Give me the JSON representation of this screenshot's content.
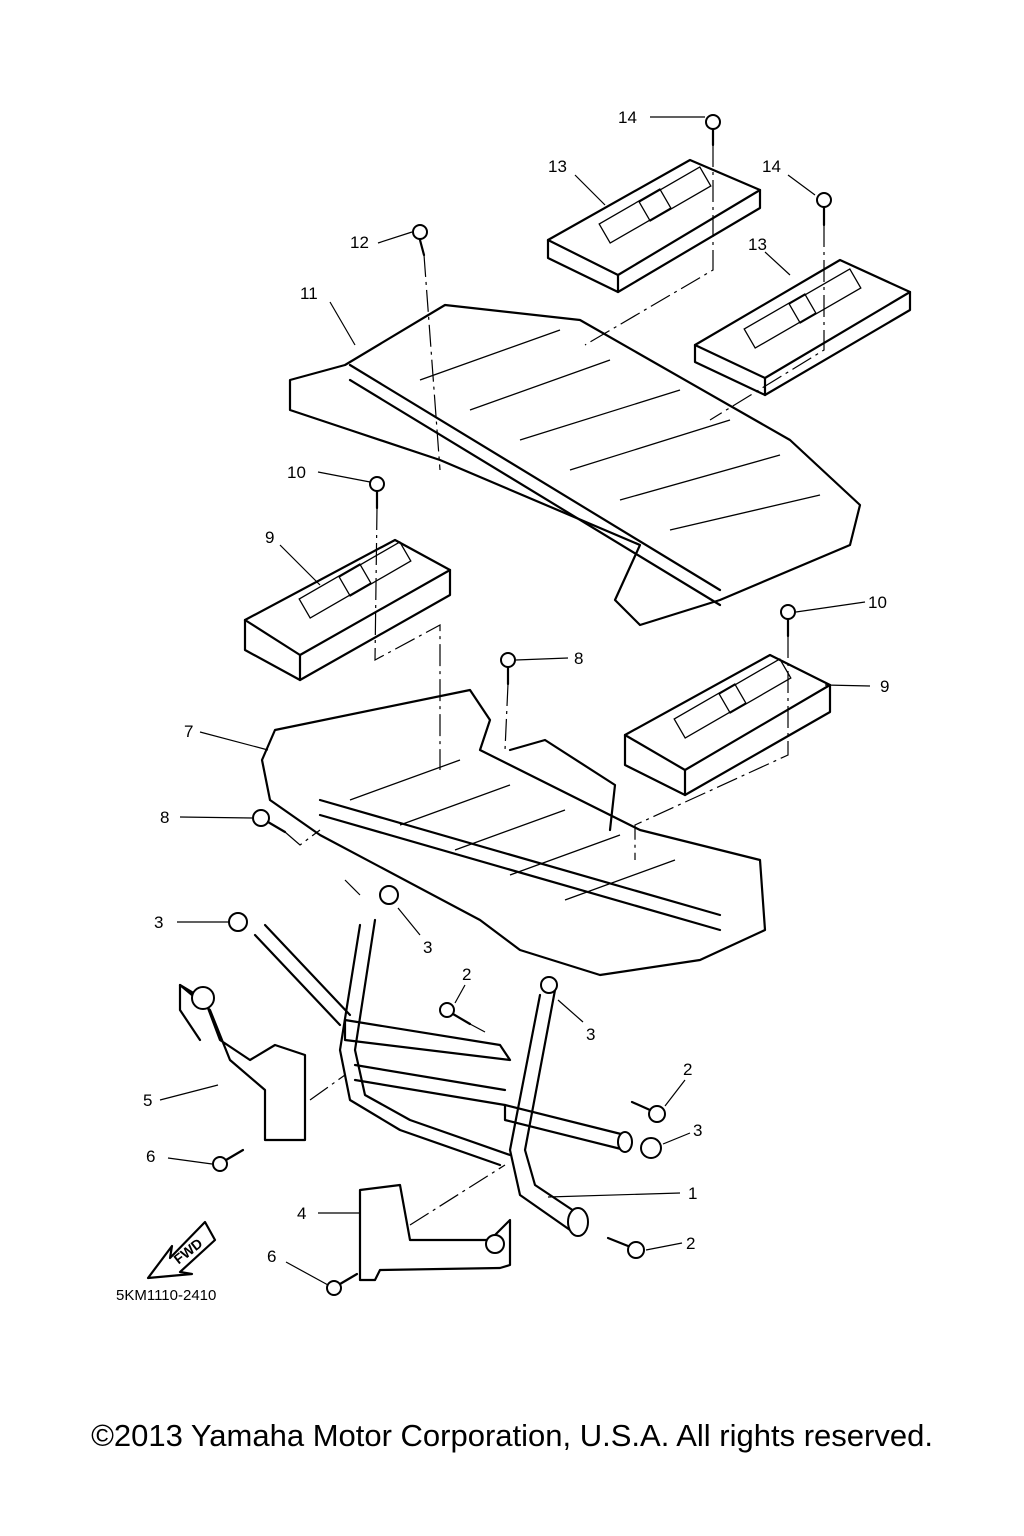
{
  "diagram": {
    "code": "5KM1110-2410",
    "fwd_label": "FWD",
    "callouts": [
      {
        "id": "c14a",
        "label": "14"
      },
      {
        "id": "c13a",
        "label": "13"
      },
      {
        "id": "c14b",
        "label": "14"
      },
      {
        "id": "c13b",
        "label": "13"
      },
      {
        "id": "c12",
        "label": "12"
      },
      {
        "id": "c11",
        "label": "11"
      },
      {
        "id": "c10a",
        "label": "10"
      },
      {
        "id": "c9a",
        "label": "9"
      },
      {
        "id": "c10b",
        "label": "10"
      },
      {
        "id": "c8a",
        "label": "8"
      },
      {
        "id": "c9b",
        "label": "9"
      },
      {
        "id": "c7",
        "label": "7"
      },
      {
        "id": "c8b",
        "label": "8"
      },
      {
        "id": "c3a",
        "label": "3"
      },
      {
        "id": "c3b",
        "label": "3"
      },
      {
        "id": "c2a",
        "label": "2"
      },
      {
        "id": "c3c",
        "label": "3"
      },
      {
        "id": "c5",
        "label": "5"
      },
      {
        "id": "c2b",
        "label": "2"
      },
      {
        "id": "c3d",
        "label": "3"
      },
      {
        "id": "c6a",
        "label": "6"
      },
      {
        "id": "c1",
        "label": "1"
      },
      {
        "id": "c4",
        "label": "4"
      },
      {
        "id": "c2c",
        "label": "2"
      },
      {
        "id": "c6b",
        "label": "6"
      }
    ]
  },
  "footer": {
    "copyright": "©2013 Yamaha Motor Corporation, U.S.A. All rights reserved."
  }
}
